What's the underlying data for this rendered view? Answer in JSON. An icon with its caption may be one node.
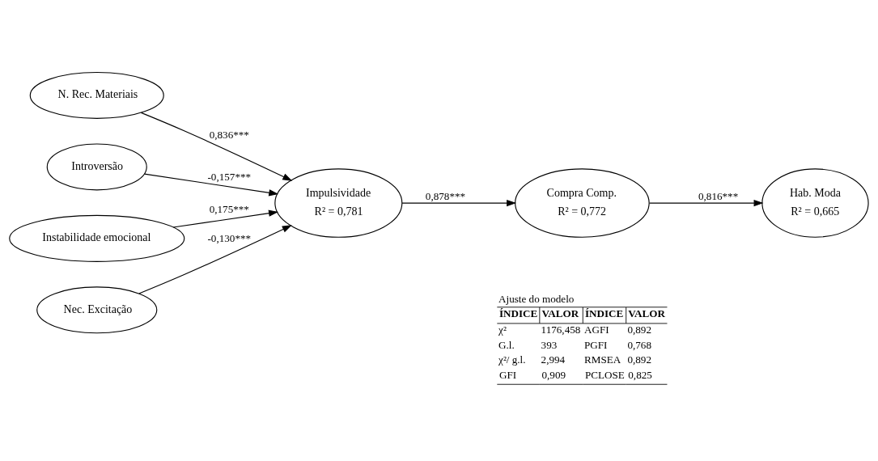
{
  "diagram": {
    "nodes": [
      {
        "text": [
          "N. Rec. Materiais"
        ]
      },
      {
        "text": [
          "Introversão"
        ]
      },
      {
        "text": [
          "Instabilidade emocional"
        ]
      },
      {
        "text": [
          "Nec. Excitação"
        ]
      },
      {
        "text": [
          "Impulsividade",
          "R² = 0,781"
        ]
      },
      {
        "text": [
          "Compra Comp.",
          "R² = 0,772"
        ]
      },
      {
        "text": [
          "Hab. Moda",
          "R² = 0,665"
        ]
      }
    ],
    "edges": [
      {
        "from": 0,
        "to": 4,
        "arrow": "to",
        "label": "0,836***"
      },
      {
        "from": 1,
        "to": 4,
        "arrow": "to",
        "label": "-0,157***"
      },
      {
        "from": 2,
        "to": 4,
        "arrow": "to",
        "label": "0,175***"
      },
      {
        "from": 3,
        "to": 4,
        "arrow": "to",
        "label": "-0,130***"
      },
      {
        "from": 4,
        "to": 5,
        "arrow": "to",
        "label": "0,878***"
      },
      {
        "from": 5,
        "to": 6,
        "arrow": "to",
        "label": "0,816***"
      }
    ],
    "labels": [
      "Ajuste do modelo",
      "ÍNDICE",
      "VALOR",
      "ÍNDICE",
      "VALOR",
      "χ²",
      "1176,458",
      "AGFI",
      "0,892",
      "G.l.",
      "393",
      "PGFI",
      "0,768",
      "χ²/ g.l.",
      "2,994",
      "RMSEA",
      "0,892",
      "GFI",
      "0,909",
      "PCLOSE",
      "0,825"
    ]
  }
}
